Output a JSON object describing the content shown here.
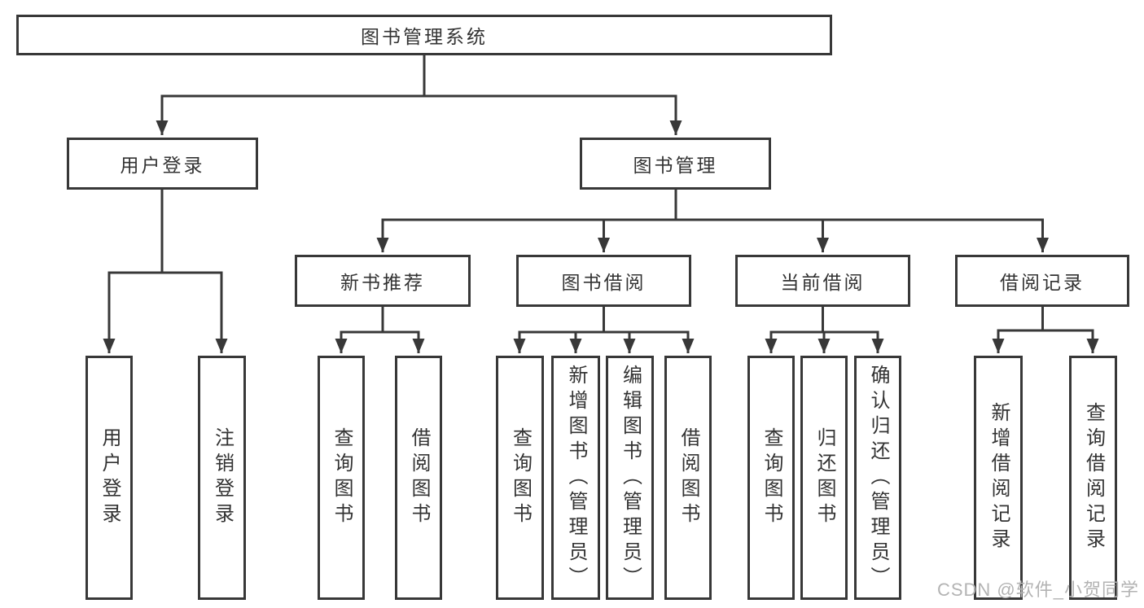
{
  "root": {
    "label": "图书管理系统"
  },
  "level2": [
    {
      "label": "用户登录",
      "children": [
        {
          "label": "用户登录"
        },
        {
          "label": "注销登录"
        }
      ]
    },
    {
      "label": "图书管理"
    }
  ],
  "level3": [
    {
      "label": "新书推荐",
      "children": [
        {
          "label": "查询图书"
        },
        {
          "label": "借阅图书"
        }
      ]
    },
    {
      "label": "图书借阅",
      "children": [
        {
          "label": "查询图书"
        },
        {
          "label": "新增图书（管理员）"
        },
        {
          "label": "编辑图书（管理员）"
        },
        {
          "label": "借阅图书"
        }
      ]
    },
    {
      "label": "当前借阅",
      "children": [
        {
          "label": "查询图书"
        },
        {
          "label": "归还图书"
        },
        {
          "label": "确认归还（管理员）"
        }
      ]
    },
    {
      "label": "借阅记录",
      "children": [
        {
          "label": "新增借阅记录"
        },
        {
          "label": "查询借阅记录"
        }
      ]
    }
  ],
  "watermark": "CSDN @软件_小贺同学",
  "colors": {
    "line": "#383838",
    "text": "#333333",
    "watermark": "#b3b3b3"
  }
}
